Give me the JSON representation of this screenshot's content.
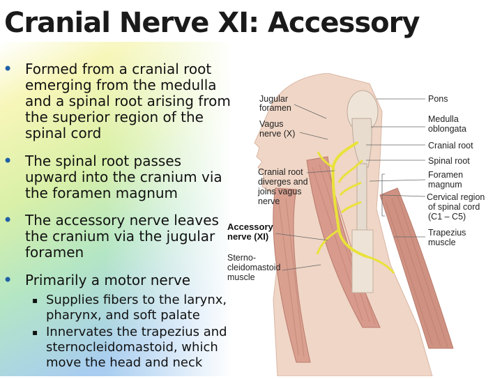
{
  "slide": {
    "title": "Cranial Nerve XI: Accessory",
    "bullets": [
      {
        "lines": [
          "Formed from a cranial root",
          "emerging from the medulla",
          "and a spinal root arising from",
          "the superior region of the",
          "spinal cord"
        ]
      },
      {
        "lines": [
          "The spinal root passes",
          "upward into the cranium via",
          "the foramen magnum"
        ]
      },
      {
        "lines": [
          "The accessory nerve leaves",
          "the cranium via the jugular",
          "foramen"
        ]
      },
      {
        "lines": [
          "Primarily a motor nerve"
        ]
      }
    ],
    "subbullets": [
      {
        "lines": [
          "Supplies fibers to the larynx,",
          "pharynx, and soft palate"
        ]
      },
      {
        "lines": [
          "Innervates the trapezius and",
          "sternocleidomastoid, which",
          "move the head and neck"
        ]
      }
    ]
  },
  "figure": {
    "left_labels": {
      "jugular": [
        "Jugular",
        "foramen"
      ],
      "vagus": [
        "Vagus",
        "nerve (X)"
      ],
      "cranial_root": [
        "Cranial root",
        "diverges and",
        "joins vagus",
        "nerve"
      ],
      "accessory": [
        "Accessory",
        "nerve (XI)"
      ],
      "sterno": [
        "Sterno-",
        "cleidomastoid",
        "muscle"
      ]
    },
    "right_labels": {
      "pons": "Pons",
      "medulla": [
        "Medulla",
        "oblongata"
      ],
      "cranial_root": "Cranial root",
      "spinal_root": "Spinal root",
      "foramen_magnum": [
        "Foramen",
        "magnum"
      ],
      "cervical": [
        "Cervical region",
        "of spinal cord"
      ],
      "cervical_range": "(C1 – C5)",
      "trapezius": [
        "Trapezius",
        "muscle"
      ]
    }
  },
  "colors": {
    "bullet": "#1f5fa8",
    "gradient_yellow": "#f6f38a",
    "gradient_green": "#a9e6a6",
    "gradient_blue": "#a9cdf0",
    "nerve": "#e9e23a",
    "muscle": "#d79a8c",
    "skin": "#f0d6c6"
  }
}
